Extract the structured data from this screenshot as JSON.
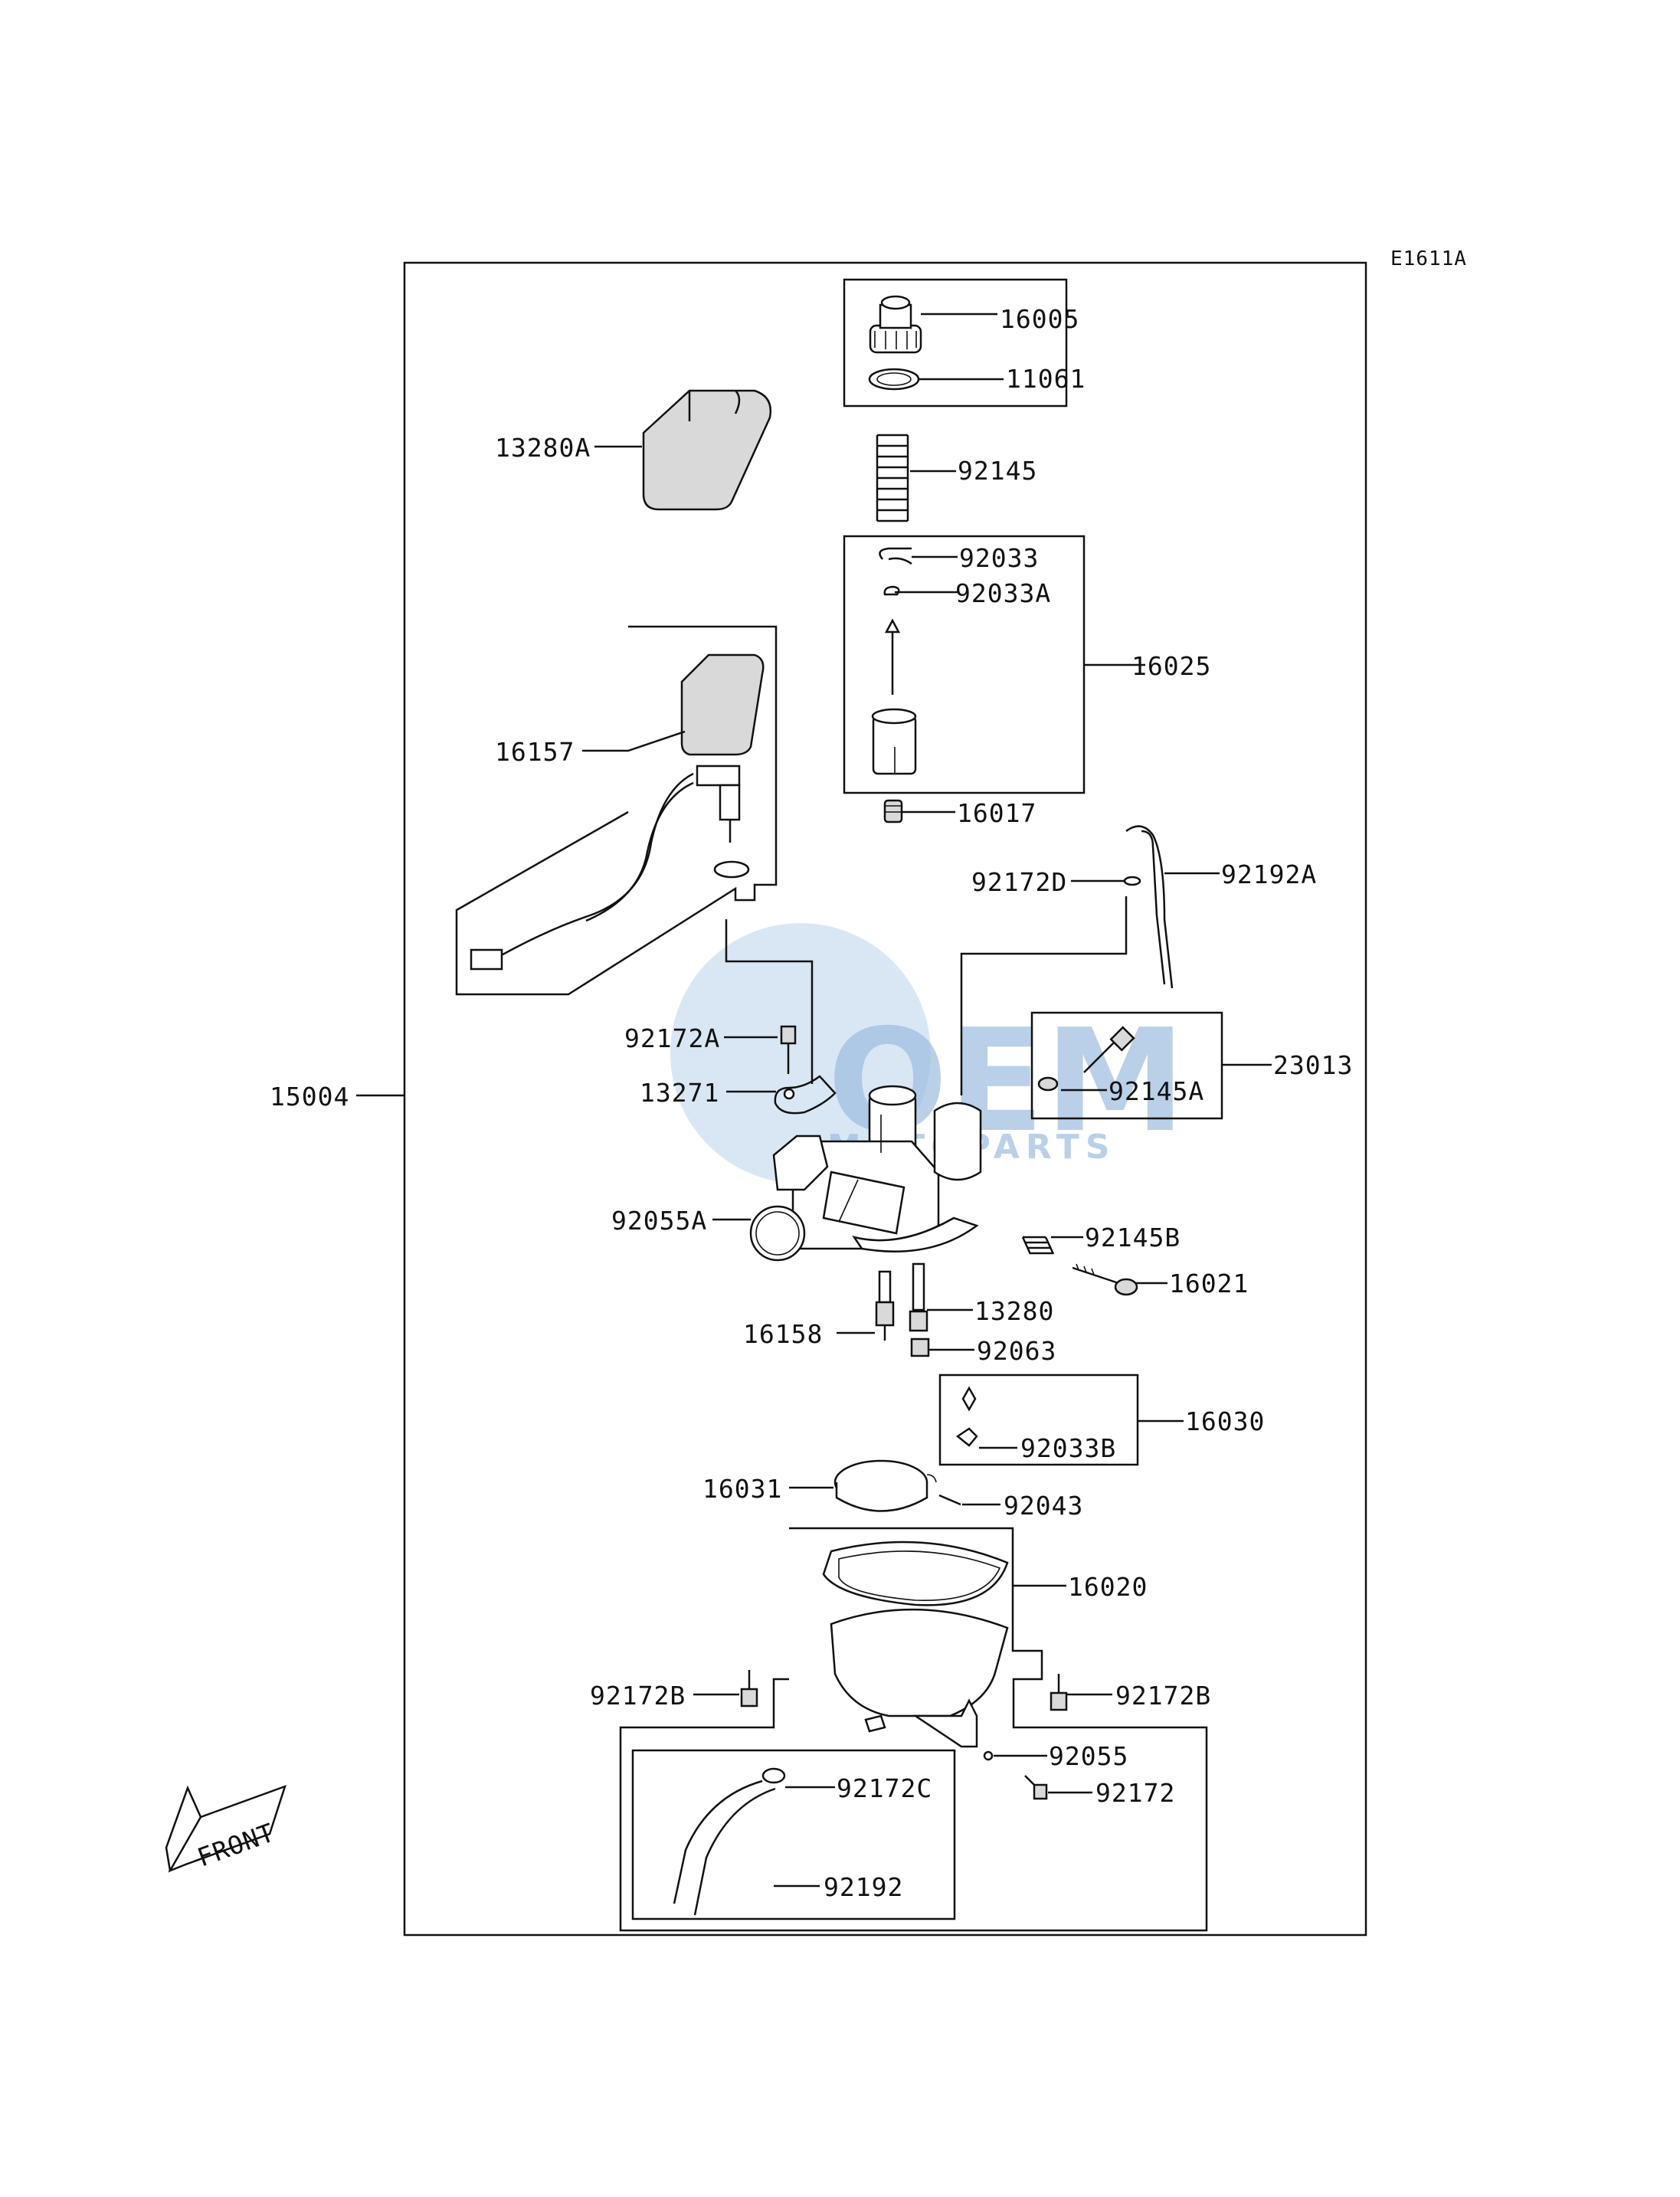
{
  "diagram_code": "E1611A",
  "watermark": {
    "line1": "OEM",
    "line2": "MOTOPARTS"
  },
  "front_label": "FRONT",
  "labels": {
    "p16005": "16005",
    "p11061": "11061",
    "p13280A": "13280A",
    "p92145": "92145",
    "p92033": "92033",
    "p92033A": "92033A",
    "p16025": "16025",
    "p16157": "16157",
    "p16017": "16017",
    "p92172D": "92172D",
    "p92192A": "92192A",
    "p92172A": "92172A",
    "p23013": "23013",
    "p13271": "13271",
    "p92145A": "92145A",
    "p15004": "15004",
    "p92055A": "92055A",
    "p92145B": "92145B",
    "p16021": "16021",
    "p13280": "13280",
    "p16158": "16158",
    "p92063": "92063",
    "p16030": "16030",
    "p92033B": "92033B",
    "p16031": "16031",
    "p92043": "92043",
    "p16020": "16020",
    "p92172B_left": "92172B",
    "p92172B_right": "92172B",
    "p92055": "92055",
    "p92172C": "92172C",
    "p92172": "92172",
    "p92192": "92192"
  }
}
